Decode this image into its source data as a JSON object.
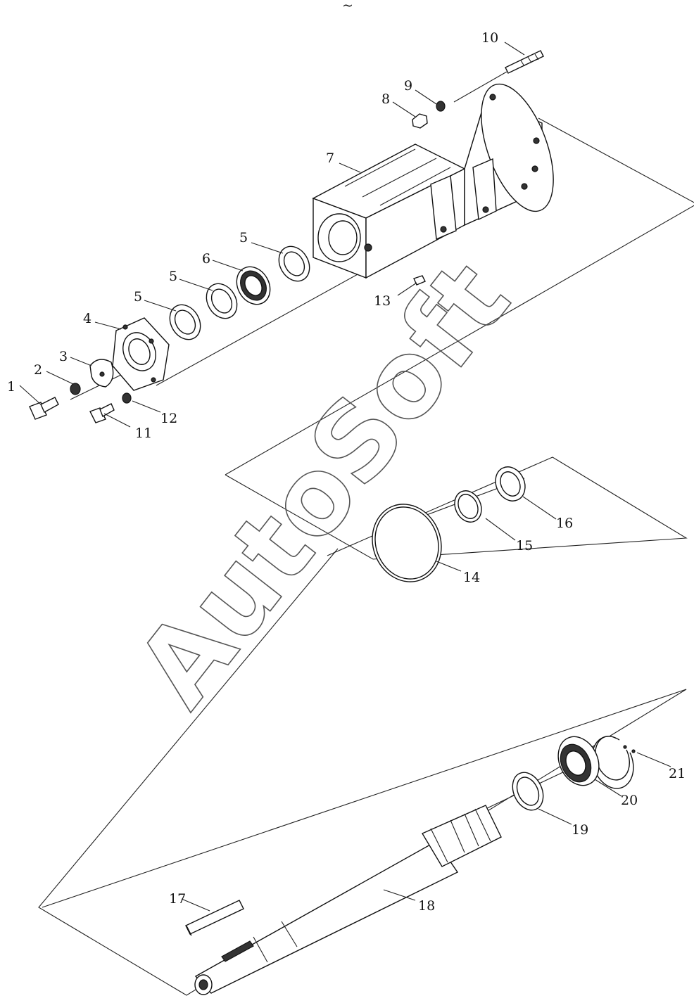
{
  "header_mark": "~",
  "watermark": "AutoSoft",
  "callouts": [
    {
      "id": "p1",
      "text": "1"
    },
    {
      "id": "p2",
      "text": "2"
    },
    {
      "id": "p3",
      "text": "3"
    },
    {
      "id": "p4",
      "text": "4"
    },
    {
      "id": "p5a",
      "text": "5"
    },
    {
      "id": "p5b",
      "text": "5"
    },
    {
      "id": "p5c",
      "text": "5"
    },
    {
      "id": "p6",
      "text": "6"
    },
    {
      "id": "p7",
      "text": "7"
    },
    {
      "id": "p8",
      "text": "8"
    },
    {
      "id": "p9",
      "text": "9"
    },
    {
      "id": "p10",
      "text": "10"
    },
    {
      "id": "p11",
      "text": "11"
    },
    {
      "id": "p12",
      "text": "12"
    },
    {
      "id": "p13",
      "text": "13"
    },
    {
      "id": "p14",
      "text": "14"
    },
    {
      "id": "p15",
      "text": "15"
    },
    {
      "id": "p16",
      "text": "16"
    },
    {
      "id": "p17",
      "text": "17"
    },
    {
      "id": "p18",
      "text": "18"
    },
    {
      "id": "p19",
      "text": "19"
    },
    {
      "id": "p20",
      "text": "20"
    },
    {
      "id": "p21",
      "text": "21"
    }
  ]
}
